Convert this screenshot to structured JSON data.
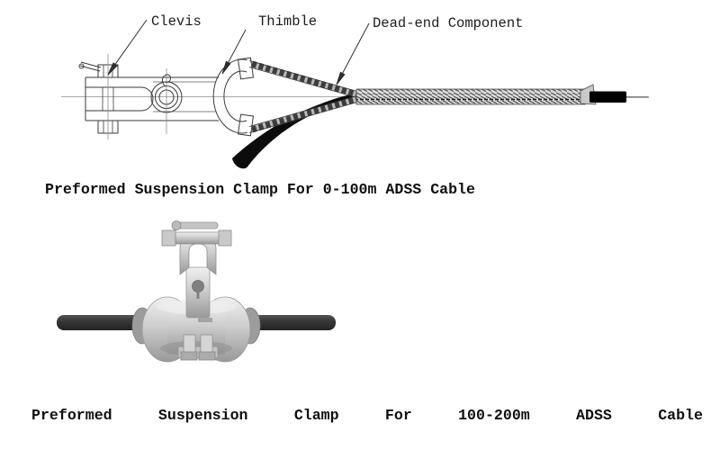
{
  "figure": {
    "drawing_labels": {
      "clevis": "Clevis",
      "thimble": "Thimble",
      "dead_end": "Dead-end Component"
    },
    "title": "Preformed Suspension Clamp For 0-100m ADSS Cable",
    "caption_words": [
      "Preformed",
      "Suspension",
      "Clamp",
      "For",
      "100-200m",
      "ADSS",
      "Cable"
    ]
  },
  "colors": {
    "line": "#3a3a3a",
    "centerline": "#8c8c8c",
    "text": "#0f0f0f",
    "cable_black": "#0c0c0c",
    "braid_light": "#d9d9d9",
    "braid_dark": "#4a4a4a",
    "metal_light": "#ececec",
    "metal_mid": "#c4c4c4",
    "metal_dark": "#909090",
    "photo_cable": "#3a3a3a"
  }
}
